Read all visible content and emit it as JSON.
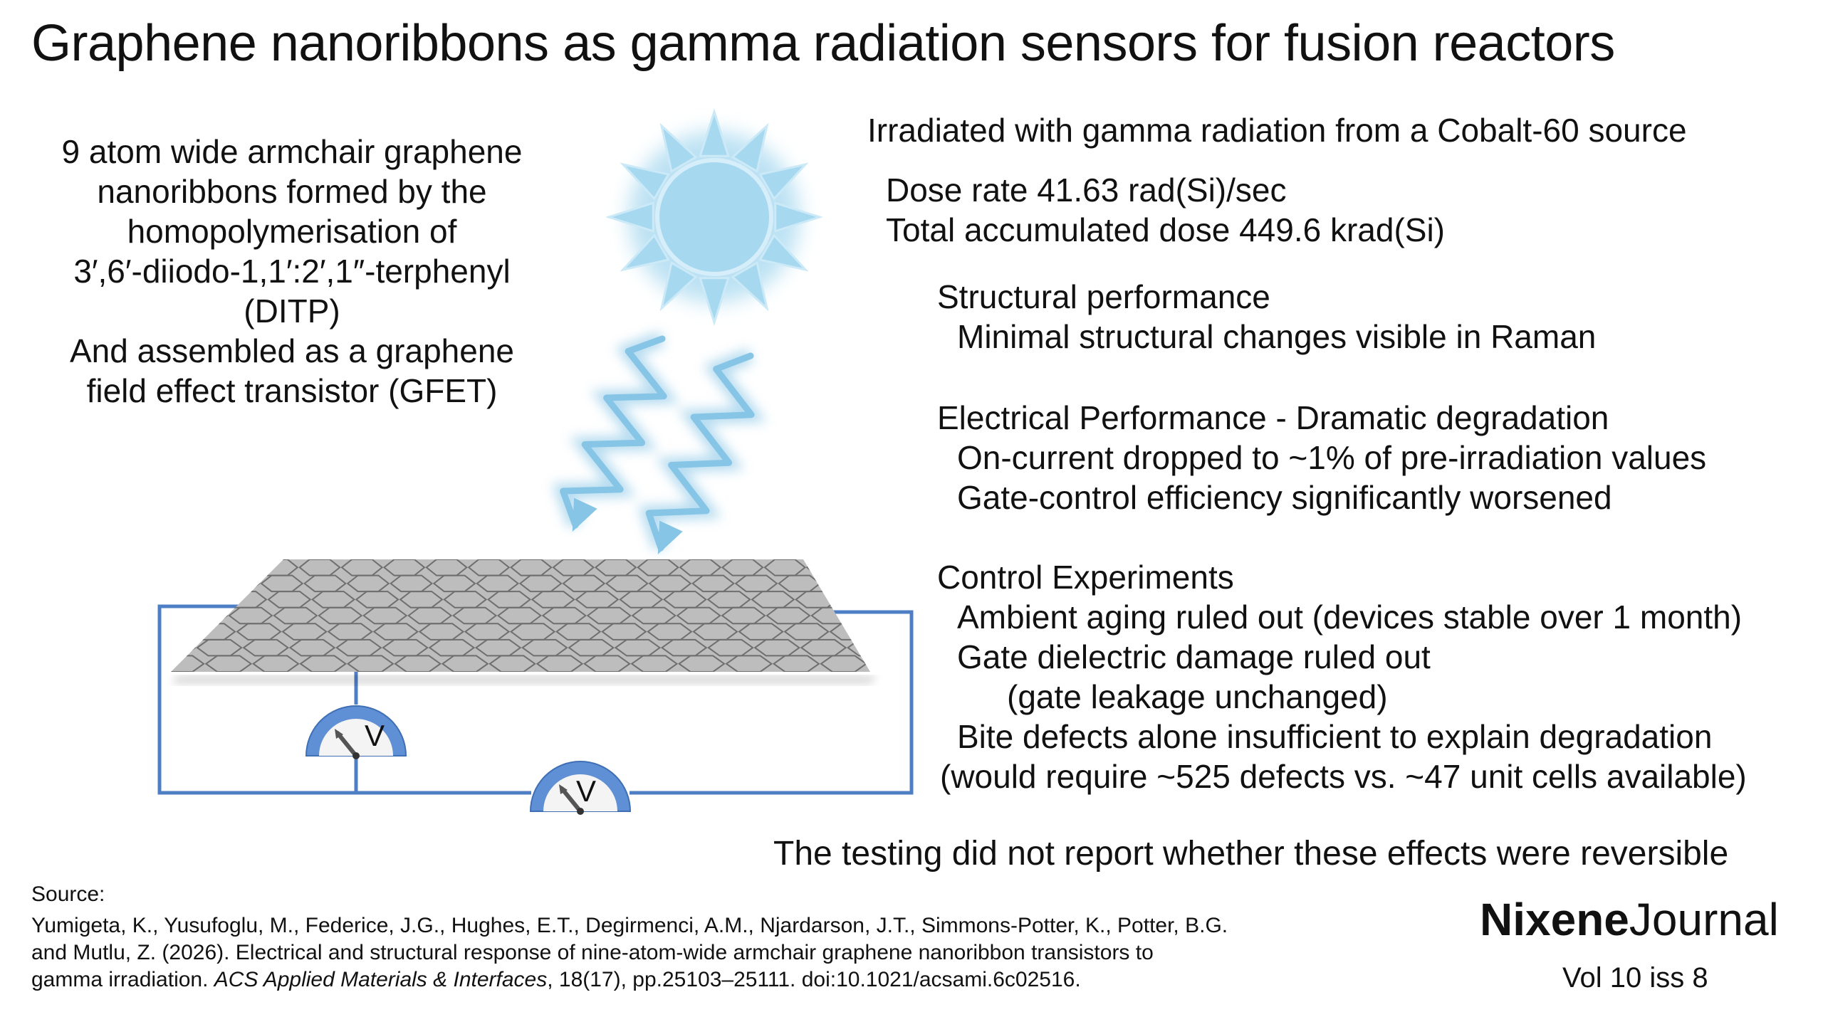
{
  "title": "Graphene nanoribbons as gamma radiation sensors for fusion reactors",
  "left_description": [
    "9 atom wide armchair graphene",
    "nanoribbons formed by the",
    "homopolymerisation of",
    "3′,6′-diiodo-1,1′:2′,1″-terphenyl",
    "(DITP)",
    "And assembled as a graphene",
    "field effect transistor (GFET)"
  ],
  "irradiation": {
    "heading": "Irradiated with gamma radiation from a Cobalt-60  source",
    "dose_rate": "Dose rate 41.63 rad(Si)/sec",
    "total_dose": "Total accumulated dose 449.6 krad(Si)"
  },
  "structural": {
    "heading": "Structural performance",
    "items": [
      "Minimal structural changes visible in Raman"
    ]
  },
  "electrical": {
    "heading": "Electrical Performance - Dramatic degradation",
    "items": [
      "On-current dropped to ~1% of pre-irradiation values",
      "Gate-control efficiency significantly worsened"
    ]
  },
  "control": {
    "heading": "Control Experiments",
    "items": [
      "Ambient aging ruled out (devices stable over 1 month)",
      "Gate dielectric damage ruled out",
      "(gate leakage unchanged)",
      "Bite defects alone insufficient to explain degradation",
      "(would require ~525 defects vs. ~47 unit cells available)"
    ]
  },
  "conclusion": "The testing did not report whether these effects were reversible",
  "source": {
    "label": "Source:",
    "citation_lines": [
      "Yumigeta, K., Yusufoglu, M., Federice, J.G., Hughes, E.T., Degirmenci, A.M., Njardarson, J.T., Simmons-Potter, K., Potter, B.G.",
      "and Mutlu, Z. (2026). Electrical and structural response of nine-atom-wide armchair graphene nanoribbon transistors to"
    ],
    "citation_last_prefix": "gamma irradiation. ",
    "journal": "ACS Applied Materials & Interfaces",
    "citation_last_suffix": ", 18(17), pp.25103–25111. doi:10.1021/acsami.6c02516."
  },
  "brand": {
    "bold": "Nixene",
    "regular": "Journal"
  },
  "volume": "Vol 10  iss 8",
  "meters": {
    "left_label": "V",
    "right_label": "V"
  },
  "colors": {
    "wire": "#4e7fc4",
    "sun": "#a6d8ef",
    "waves": "#86c5e6",
    "sheet": "#bdbdbd",
    "hex_stroke": "#6f6f6f",
    "meter_arc": "#5f8fd4"
  },
  "icons": [
    "sun-icon",
    "gamma-wave-icon",
    "voltmeter-icon"
  ]
}
